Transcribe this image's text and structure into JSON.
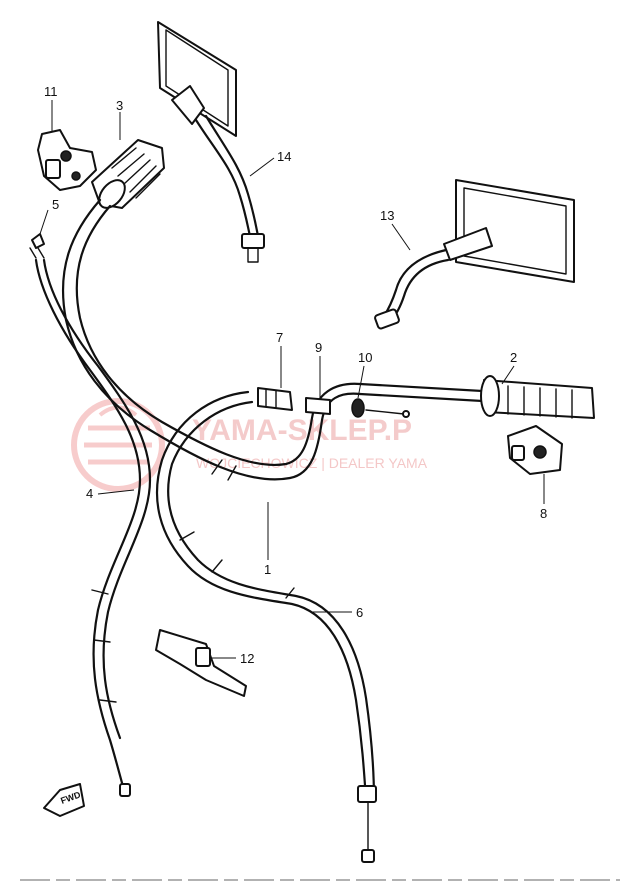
{
  "watermark": {
    "brand": "YAMA-SKLEP.P",
    "dealer": "WOJCIECHOWICZ | DEALER YAMA"
  },
  "fwd_label": "FWD",
  "callouts": {
    "c1": "1",
    "c2": "2",
    "c3": "3",
    "c4": "4",
    "c5": "5",
    "c6": "6",
    "c7": "7",
    "c8": "8",
    "c9": "9",
    "c10": "10",
    "c11": "11",
    "c12": "12",
    "c13": "13",
    "c14": "14"
  }
}
